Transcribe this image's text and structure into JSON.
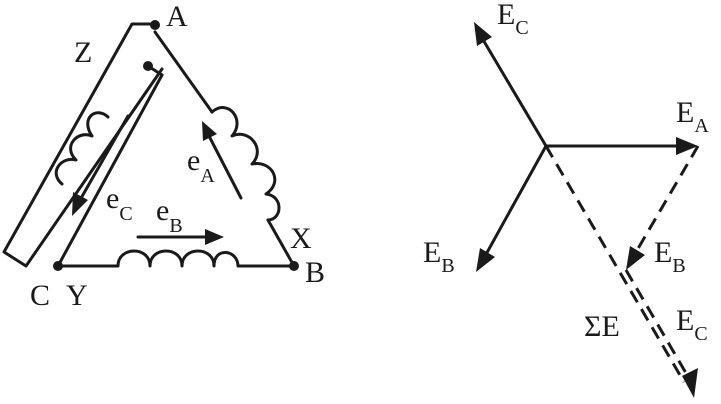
{
  "left_diagram": {
    "vertices": {
      "A": "A",
      "B": "B",
      "C": "C"
    },
    "terminals": {
      "X": "X",
      "Y": "Y",
      "Z": "Z"
    },
    "currents": {
      "a": {
        "main": "e",
        "sub": "A"
      },
      "b": {
        "main": "e",
        "sub": "B"
      },
      "c": {
        "main": "e",
        "sub": "C"
      }
    }
  },
  "right_diagram": {
    "phasors": {
      "a": {
        "main": "E",
        "sub": "A"
      },
      "b": {
        "main": "E",
        "sub": "B"
      },
      "c": {
        "main": "E",
        "sub": "C"
      }
    },
    "added": {
      "b": {
        "main": "E",
        "sub": "B"
      },
      "c": {
        "main": "E",
        "sub": "C"
      }
    },
    "sum_label": "ΣE"
  }
}
